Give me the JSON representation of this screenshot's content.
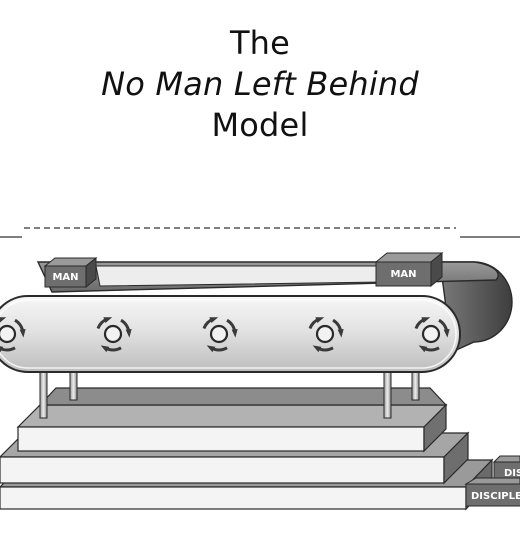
{
  "title": {
    "line1": "The",
    "line2": "No Man Left Behind",
    "line3": "Model"
  },
  "labels": {
    "man_left": "MAN",
    "man_right": "MAN",
    "disciple_upper": "DIS",
    "disciple_lower": "DISCIPLE"
  },
  "colors": {
    "outline": "#2a2a2a",
    "belt_face": "#e6e6e6",
    "belt_dark": "#555555",
    "box_dark": "#6e6e6e",
    "step_light": "#f4f4f4",
    "step_shade": "#8a8a8a"
  },
  "rollers": {
    "count": 5,
    "icon": "rotate-arrows-icon"
  }
}
